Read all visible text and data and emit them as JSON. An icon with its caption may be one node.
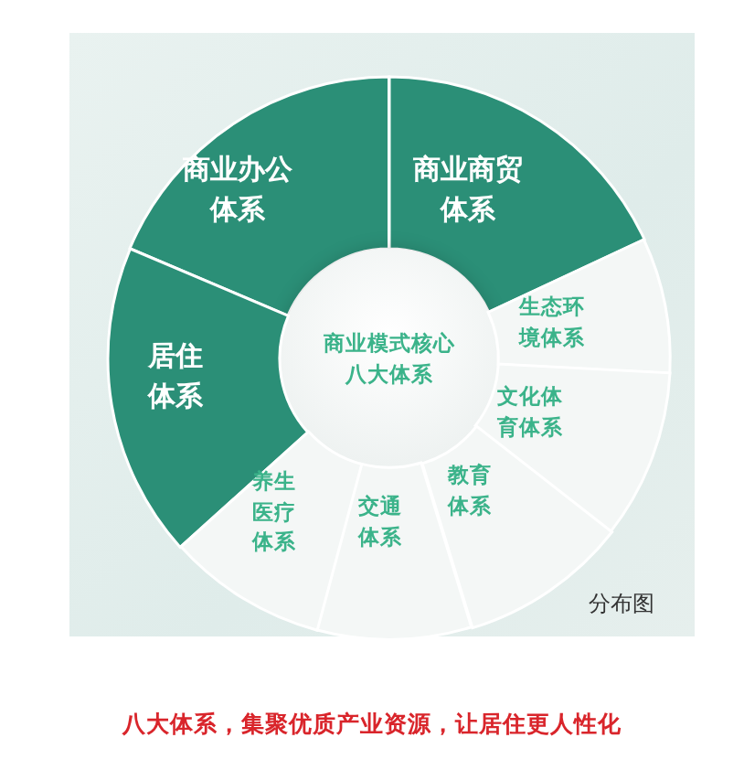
{
  "diagram": {
    "caption": "八大体系，集聚优质产业资源，让居住更人性化",
    "nodes": [
      {
        "text": [
          "商业办公体系"
        ]
      },
      {
        "text": [
          "商业商贸体系"
        ]
      },
      {
        "text": [
          "商业模式核心八大体系"
        ]
      },
      {
        "text": [
          "生态环境体系"
        ]
      },
      {
        "text": [
          "居住体系"
        ]
      },
      {
        "text": [
          "文化体育体系"
        ]
      },
      {
        "text": [
          "教育体系"
        ]
      },
      {
        "text": [
          "交通体系"
        ]
      },
      {
        "text": [
          "养生医疗体系"
        ]
      }
    ],
    "labels": [
      "分布图"
    ]
  }
}
